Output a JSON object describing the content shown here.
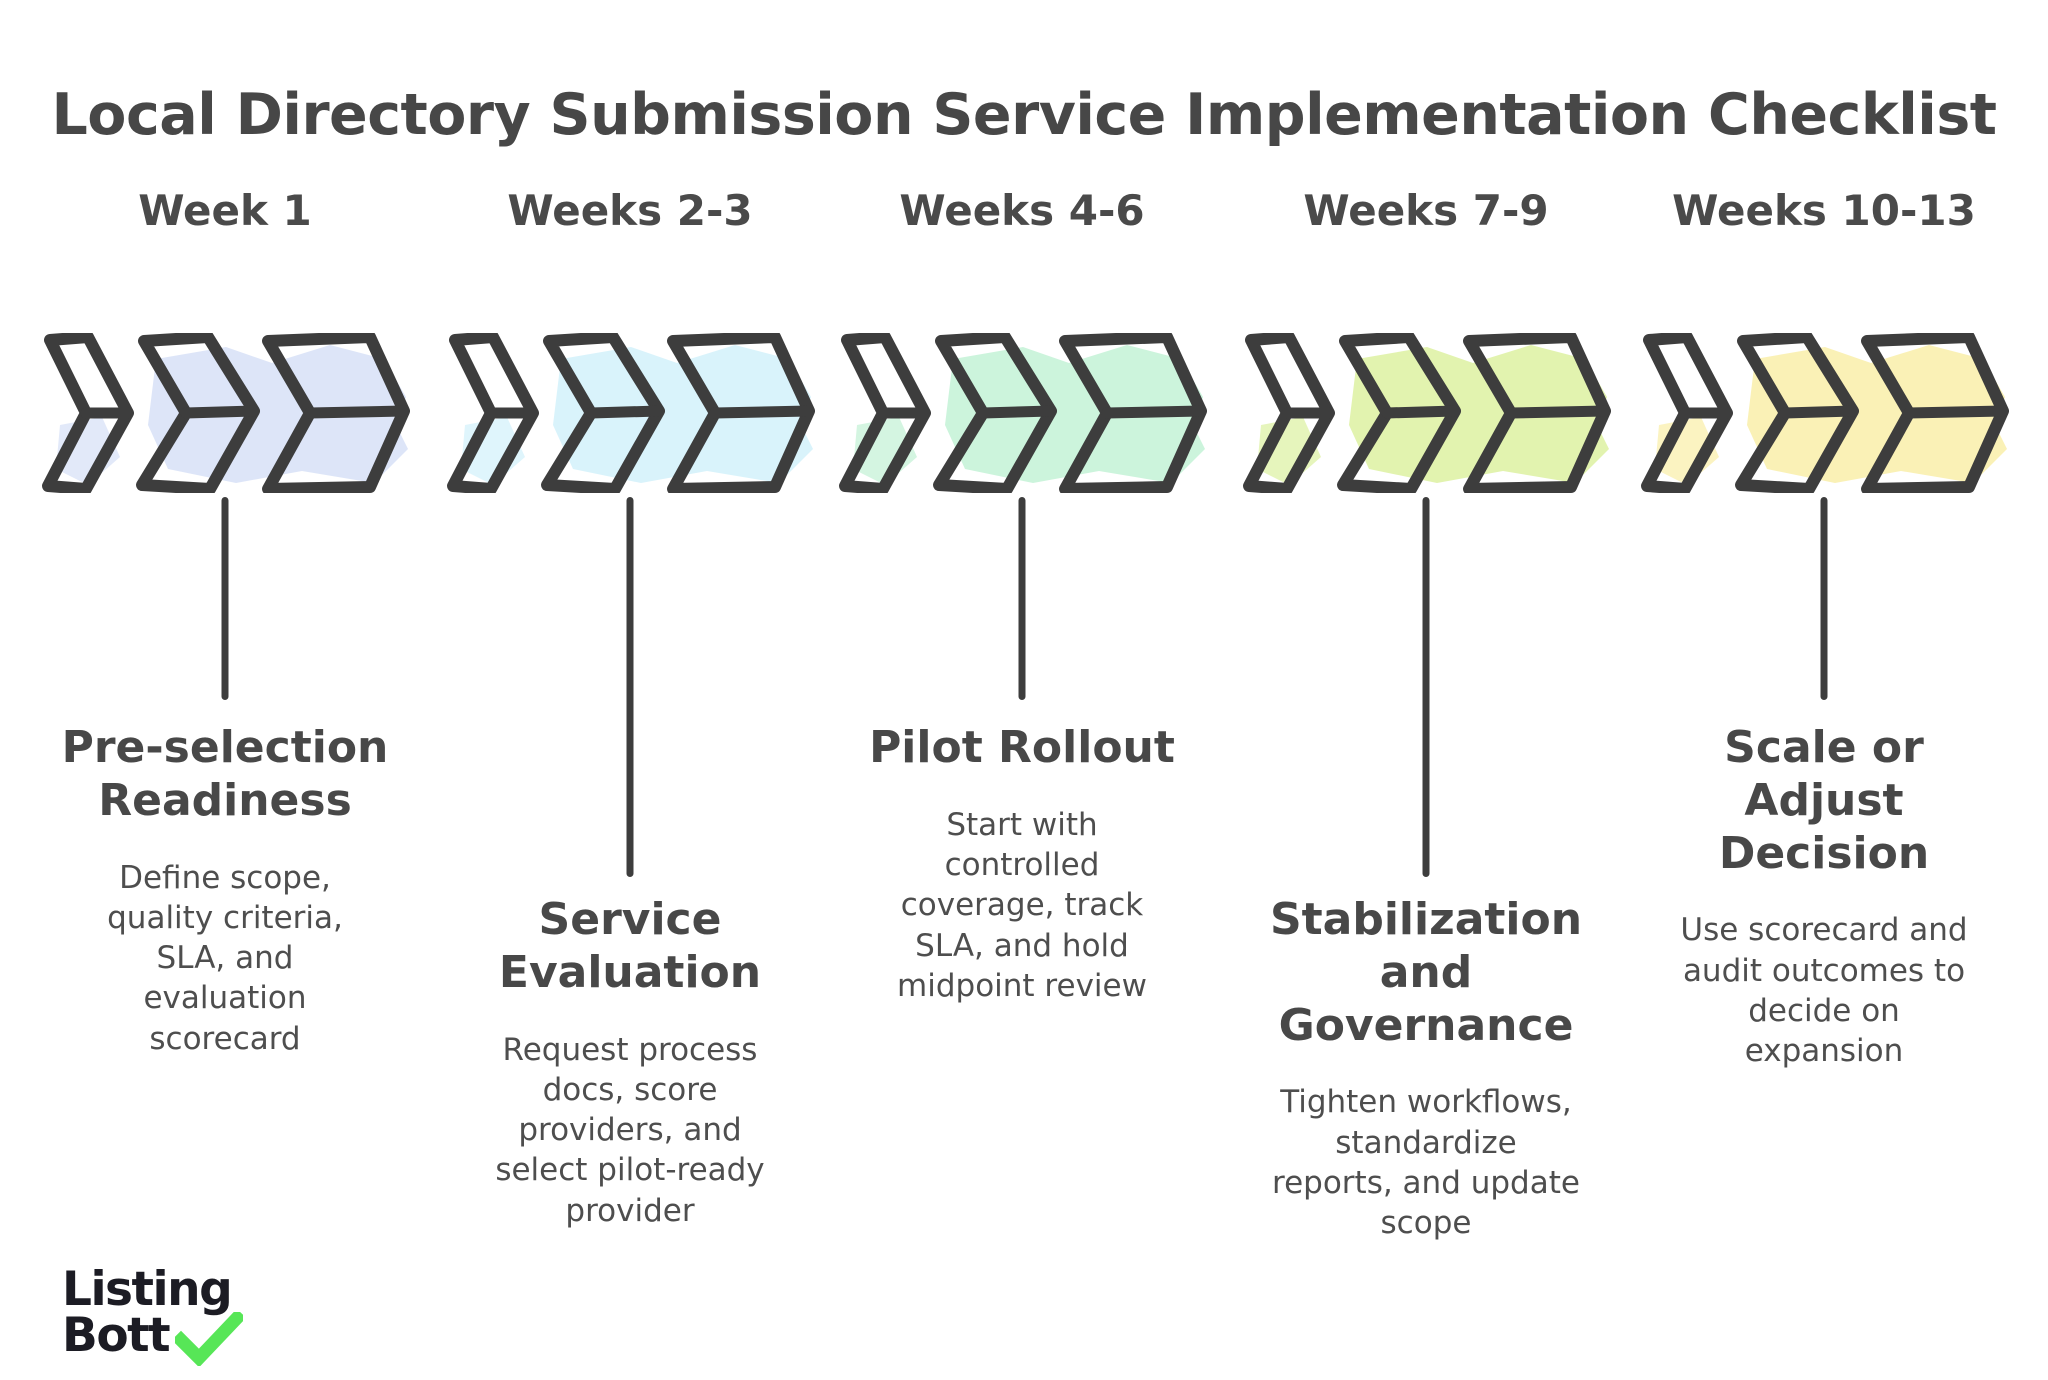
{
  "title": "Local Directory Submission Service Implementation Checklist",
  "logo": {
    "line1": "Listing",
    "line2": "Bott"
  },
  "colors": {
    "ink_stroke": "#3d3d3d",
    "heading_text": "#474747",
    "body_text": "#4e4e4e",
    "logo_text": "#1c1c24",
    "check_green": "#57e657",
    "stage1_fill": "#dbe4f8",
    "stage2_fill": "#d7f2fb",
    "stage3_fill": "#c9f3da",
    "stage4_fill": "#e0f2ab",
    "stage5_fill": "#faf0b2"
  },
  "stages": [
    {
      "week": "Week 1",
      "title": "Pre-selection\nReadiness",
      "description": "Define scope,\nquality criteria,\nSLA, and\nevaluation\nscorecard",
      "color": "#dbe4f8"
    },
    {
      "week": "Weeks 2-3",
      "title": "Service\nEvaluation",
      "description": "Request process\ndocs, score\nproviders, and\nselect pilot-ready\nprovider",
      "color": "#d7f2fb"
    },
    {
      "week": "Weeks 4-6",
      "title": "Pilot Rollout",
      "description": "Start with\ncontrolled\ncoverage, track\nSLA, and hold\nmidpoint review",
      "color": "#c9f3da"
    },
    {
      "week": "Weeks 7-9",
      "title": "Stabilization\nand\nGovernance",
      "description": "Tighten workflows,\nstandardize\nreports, and update\nscope",
      "color": "#e0f2ab"
    },
    {
      "week": "Weeks 10-13",
      "title": "Scale or\nAdjust\nDecision",
      "description": "Use scorecard and\naudit outcomes to\ndecide on\nexpansion",
      "color": "#faf0b2"
    }
  ]
}
